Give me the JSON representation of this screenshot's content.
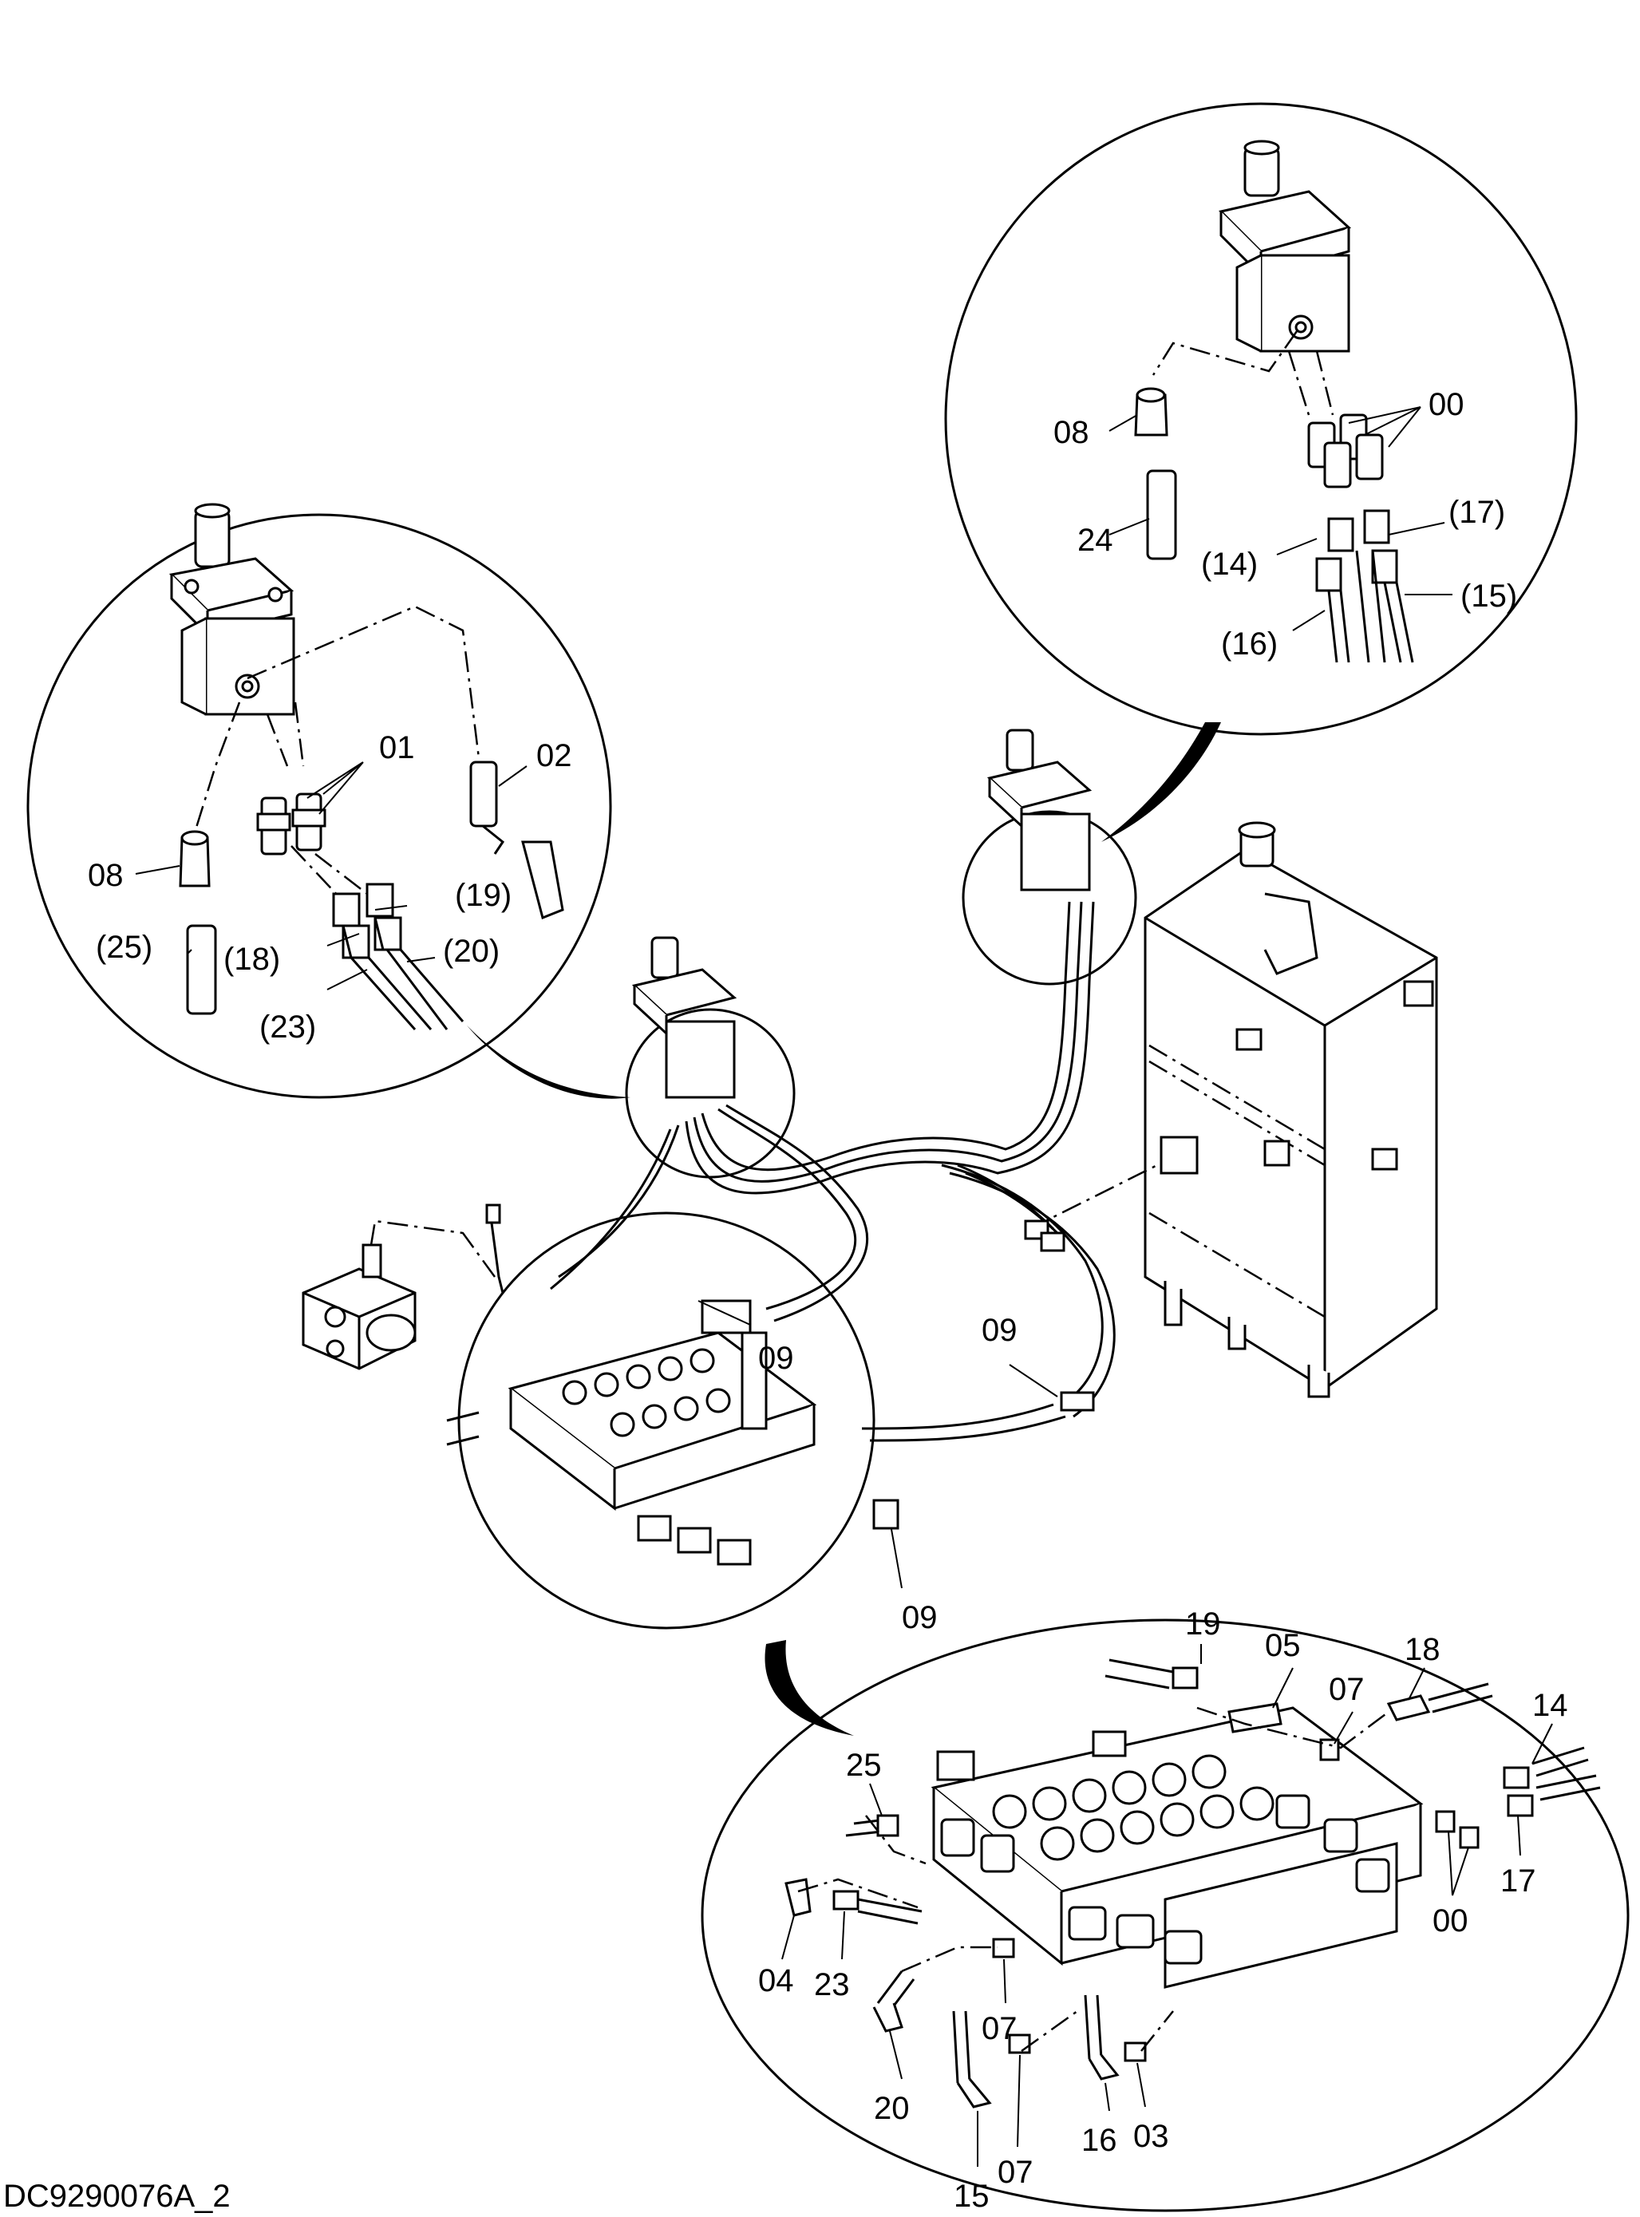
{
  "drawing": {
    "figure_id": "DC9290076A_2",
    "detail_left": {
      "callouts": {
        "c01": "01",
        "c02": "02",
        "c08": "08",
        "c19": "(19)",
        "c25": "(25)",
        "c18": "(18)",
        "c20": "(20)",
        "c23": "(23)"
      }
    },
    "detail_right": {
      "callouts": {
        "c00": "00",
        "c08": "08",
        "c24": "24",
        "c17": "(17)",
        "c14": "(14)",
        "c15": "(15)",
        "c16": "(16)"
      }
    },
    "main_assembly": {
      "callouts": {
        "c09a": "09",
        "c09b": "09",
        "c09c": "09"
      }
    },
    "detail_bottom": {
      "callouts": {
        "c19": "19",
        "c05": "05",
        "c07a": "07",
        "c18": "18",
        "c14": "14",
        "c25": "25",
        "c00": "00",
        "c17": "17",
        "c04": "04",
        "c23": "23",
        "c07b": "07",
        "c20": "20",
        "c16": "16",
        "c03": "03",
        "c07c": "07",
        "c15": "15"
      }
    }
  }
}
